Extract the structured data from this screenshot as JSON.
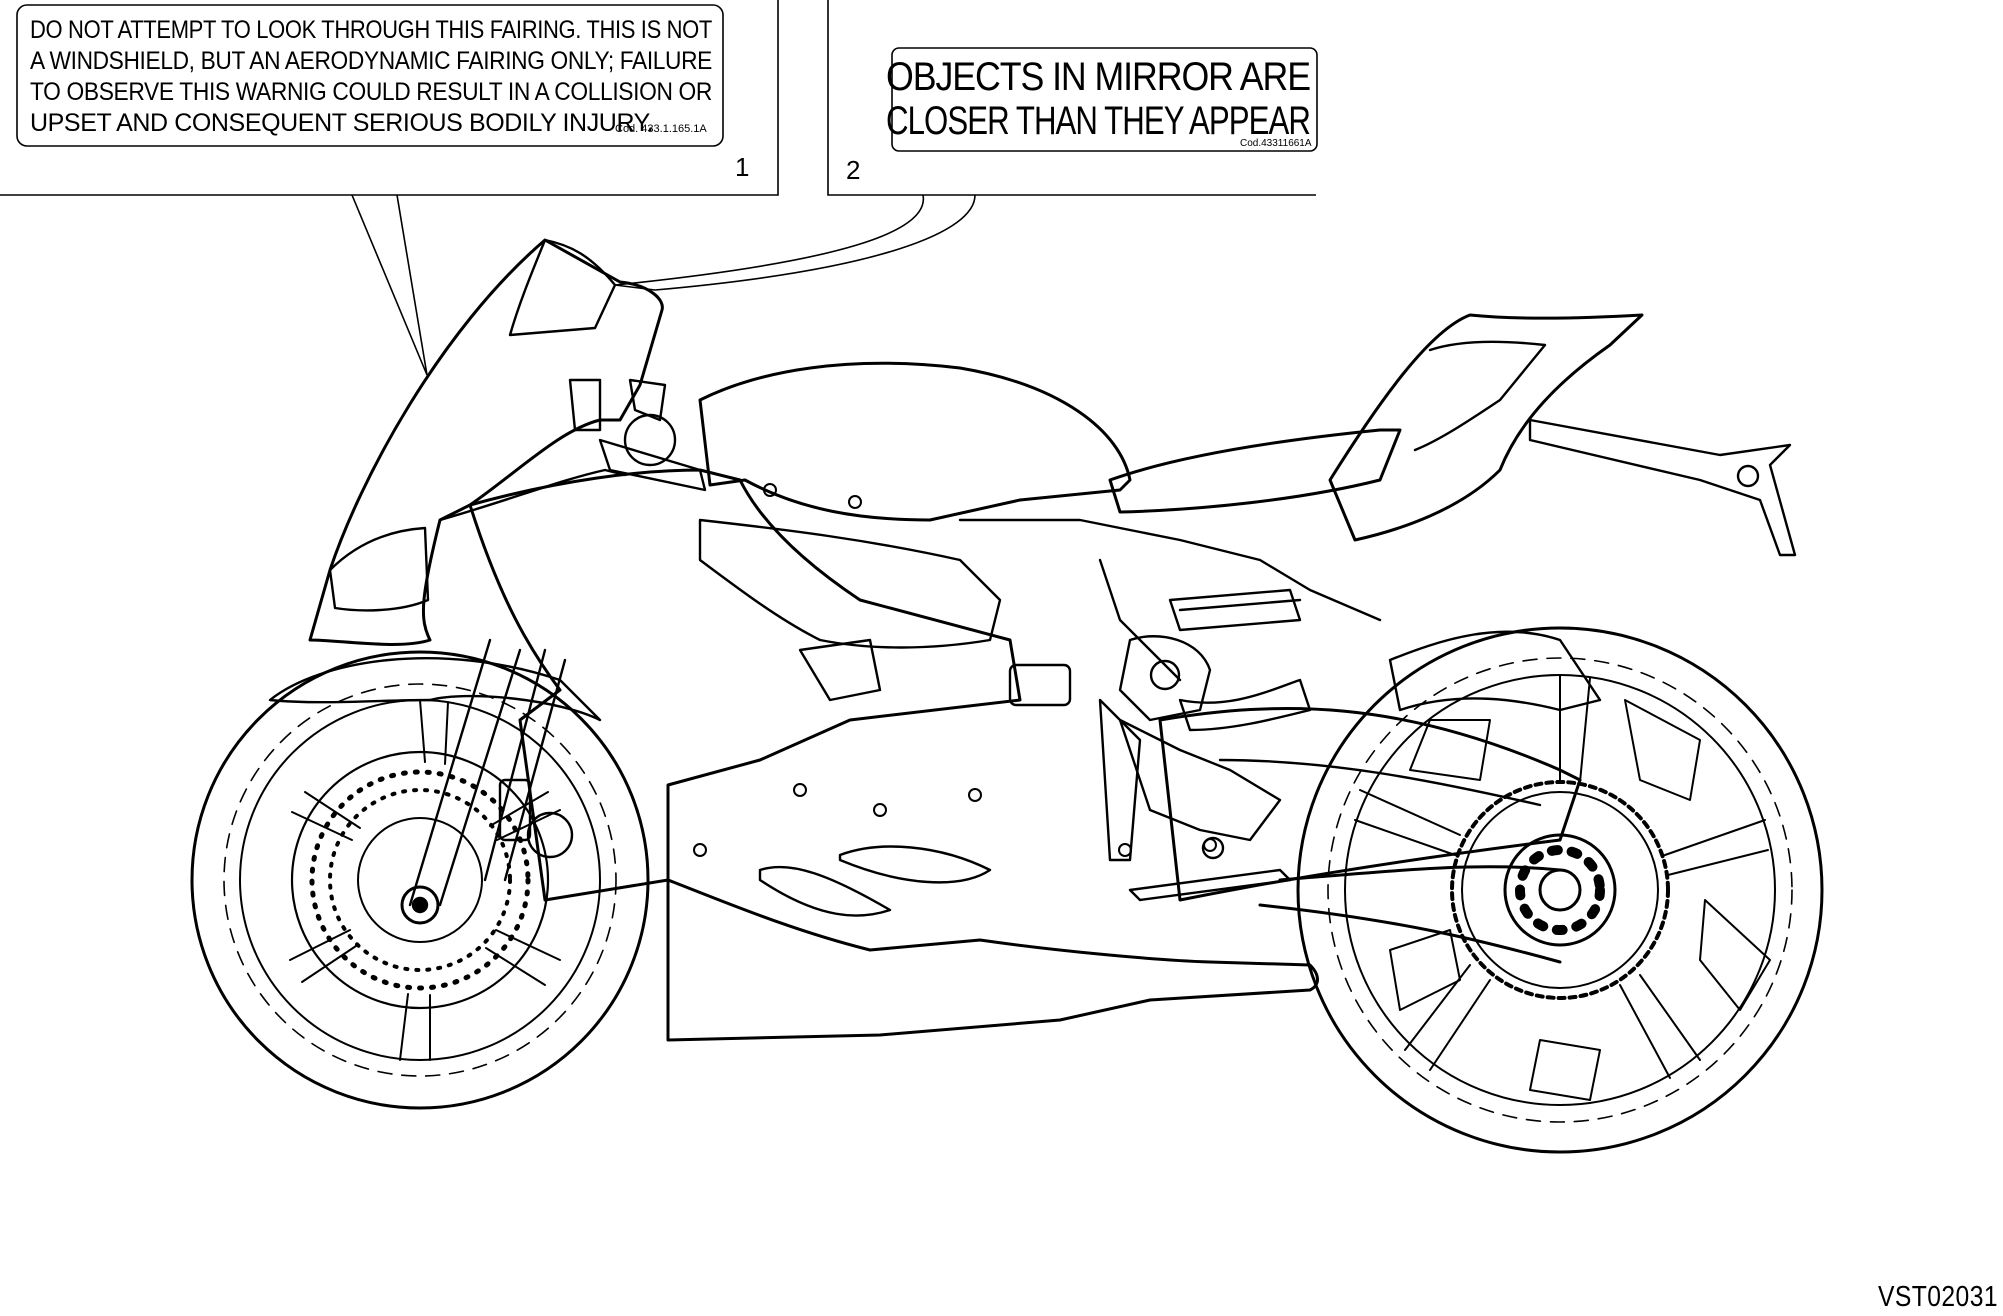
{
  "label_1": {
    "lines": [
      "DO NOT ATTEMPT TO LOOK THROUGH THIS FAIRING. THIS IS NOT",
      "A WINDSHIELD, BUT AN AERODYNAMIC FAIRING ONLY; FAILURE",
      "TO OBSERVE THIS WARNIG COULD RESULT IN A COLLISION OR",
      "UPSET AND CONSEQUENT SERIOUS BODILY INJURY."
    ],
    "code": "Cod. 433.1.165.1A",
    "callout_number": "1"
  },
  "label_2": {
    "lines": [
      "OBJECTS  IN  MIRROR  ARE",
      "CLOSER THAN THEY APPEAR"
    ],
    "code": "Cod.43311661A",
    "callout_number": "2"
  },
  "figure_id": "VST02031",
  "colors": {
    "ink": "#000000",
    "paper": "#ffffff"
  }
}
